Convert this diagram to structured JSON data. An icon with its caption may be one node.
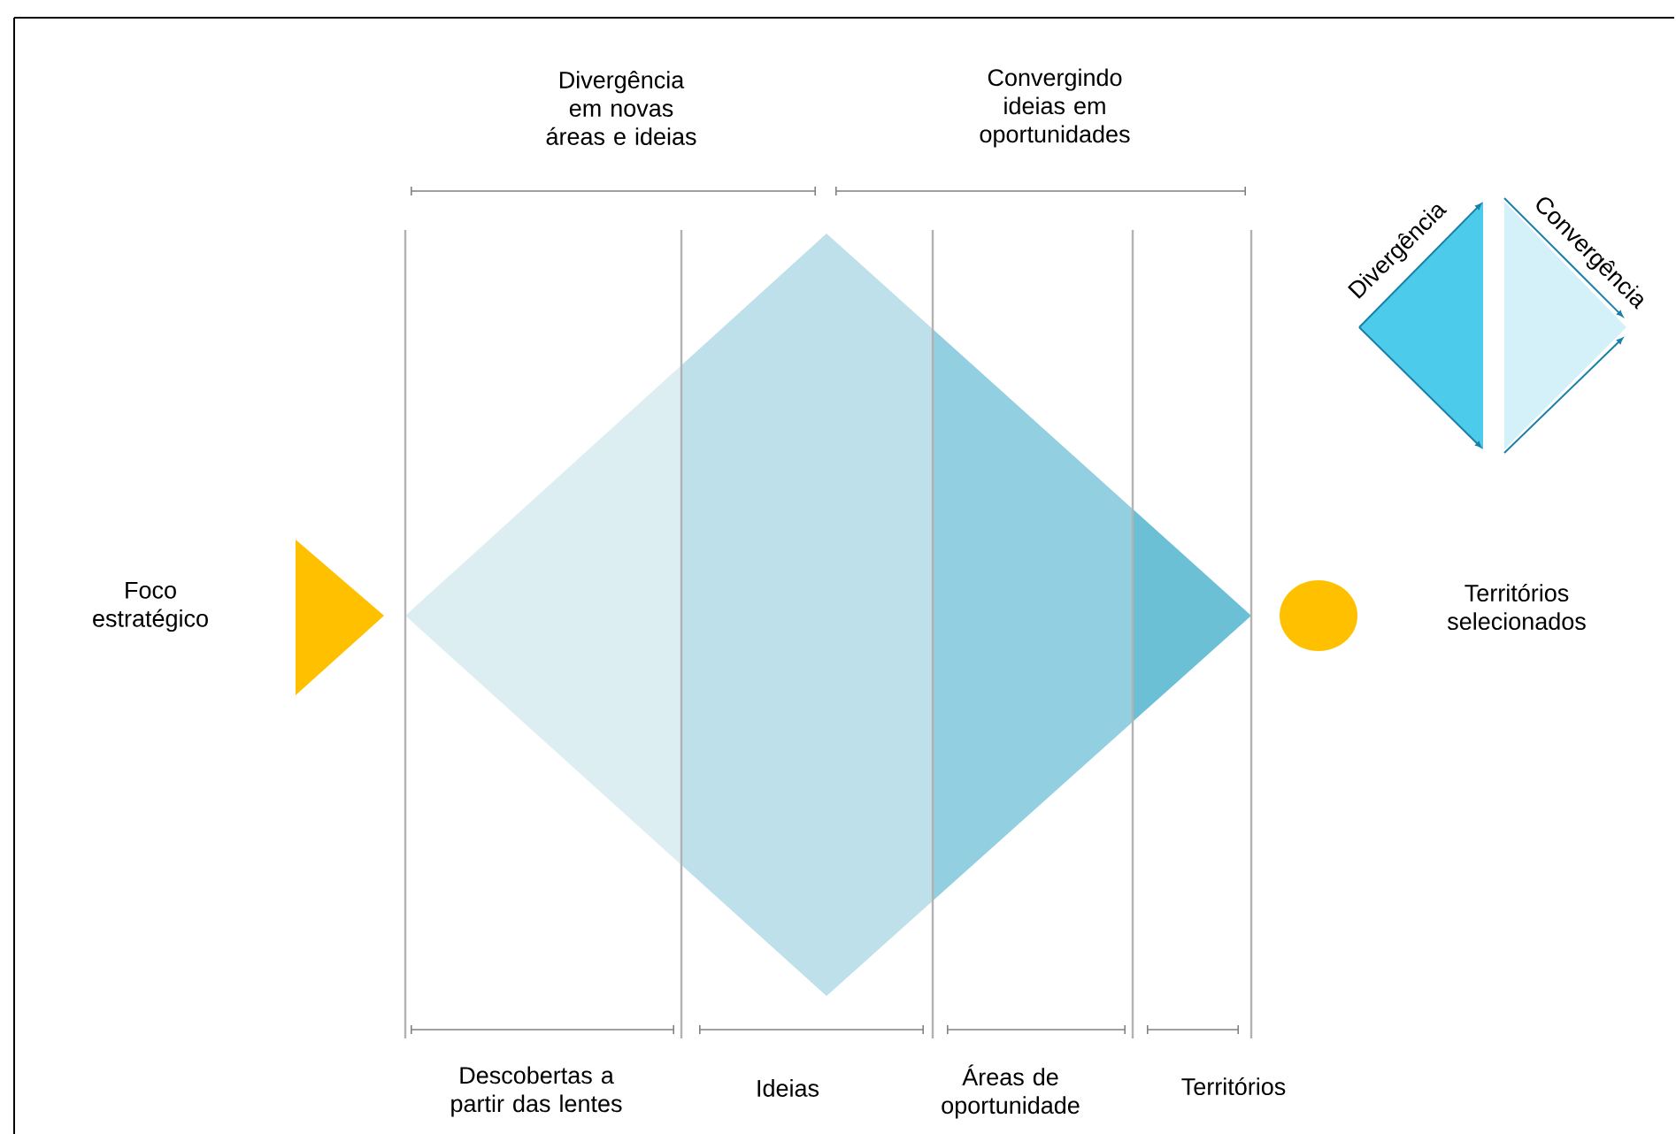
{
  "diagram": {
    "labels": [
      "Divergência em novas áreas e ideias",
      "Convergindo ideias em oportunidades",
      "Divergência",
      "Convergência",
      "Foco estratégico",
      "Territórios selecionados",
      "Descobertas a partir das lentes",
      "Ideias",
      "Áreas de oportunidade",
      "Territórios"
    ]
  }
}
